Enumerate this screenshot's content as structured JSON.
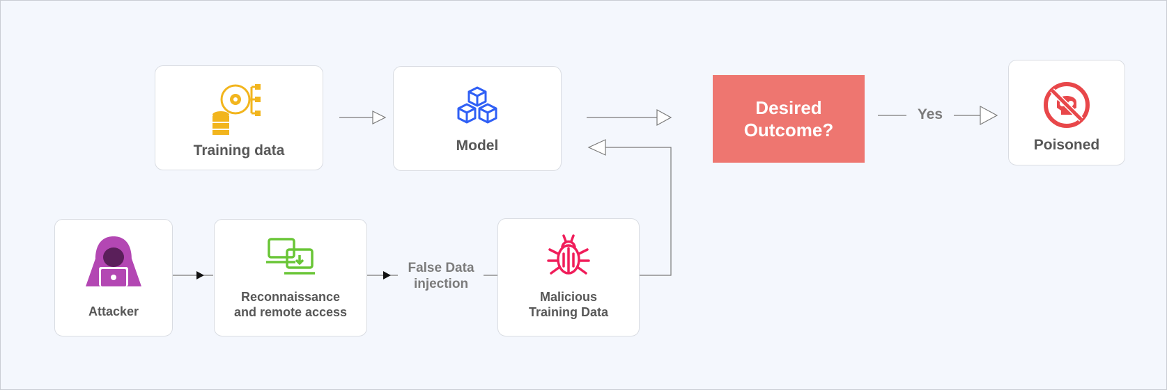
{
  "nodes": {
    "training_data": {
      "label": "Training data",
      "icon": "data-gear-network-icon",
      "color": "#f2b51d"
    },
    "model": {
      "label": "Model",
      "icon": "cubes-icon",
      "color": "#2f5ff5"
    },
    "decision": {
      "label": "Desired Outcome?",
      "color": "#ee7670"
    },
    "poisoned": {
      "label": "Poisoned",
      "icon": "poison-skull-prohibited-icon",
      "color": "#e8474a"
    },
    "attacker": {
      "label": "Attacker",
      "icon": "hooded-hacker-icon",
      "color": "#b347b3"
    },
    "recon": {
      "label": "Reconnaissance and remote access",
      "icon": "remote-computers-icon",
      "color": "#69c536"
    },
    "malicious": {
      "label": "Malicious Training Data",
      "icon": "bug-icon",
      "color": "#f01d5a"
    }
  },
  "edges": {
    "yes_label": "Yes",
    "false_data_label": "False Data injection"
  },
  "colors": {
    "background": "#f4f7fd",
    "line": "#7a7a7a",
    "label_text": "#575757"
  }
}
